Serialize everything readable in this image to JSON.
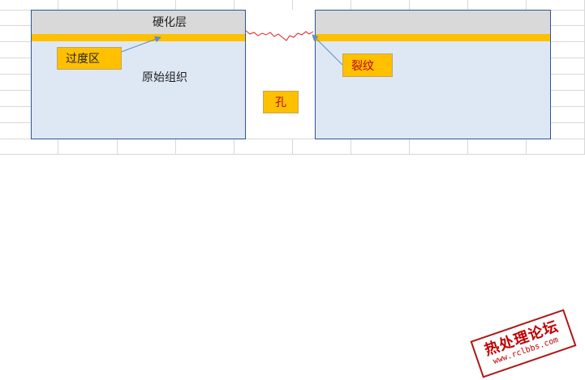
{
  "colors": {
    "tissue": "#dde8f4",
    "hardened_layer": "#d9d9d9",
    "transition_zone": "#ffc000",
    "outline": "#2f5597",
    "crack": "#e02020",
    "grid": "#d8d8d8",
    "arrow": "#5b8fc7"
  },
  "diagram": {
    "hardened_layer_label": "硬化层",
    "base_tissue_label": "原始组织",
    "transition_label": "过度区",
    "crack_label": "裂纹",
    "hole_label": "孔"
  },
  "watermark": {
    "title": "热处理论坛",
    "url": "www.rclbbs.com"
  }
}
